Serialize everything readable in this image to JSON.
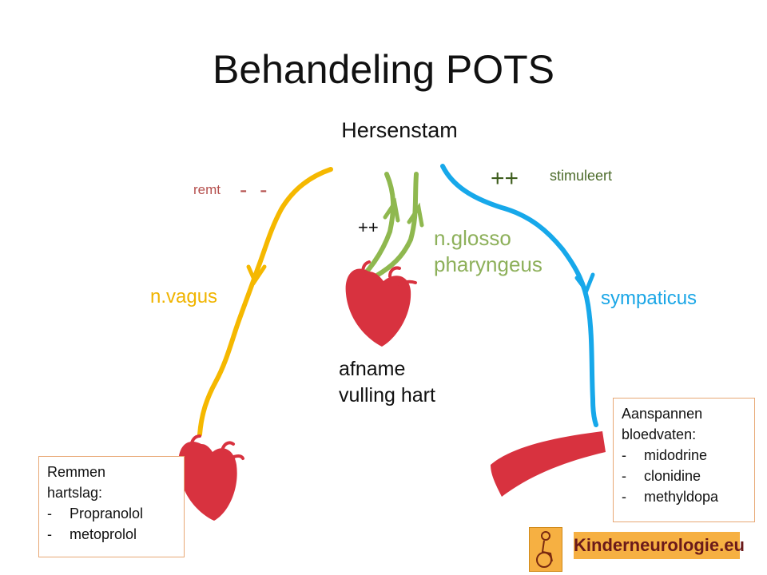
{
  "title": "Behandeling POTS",
  "top_node": "Hersenstam",
  "left_branch": {
    "effect_label": "remt",
    "effect_sign": "- -",
    "nerve": "n.vagus",
    "color": "#f5b800"
  },
  "middle_branch": {
    "effect_sign": "++",
    "nerve_line1": "n.glosso",
    "nerve_line2": "pharyngeus",
    "trigger_line1": "afname",
    "trigger_line2": "vulling hart",
    "color": "#8fb84f"
  },
  "right_branch": {
    "effect_sign": "++",
    "effect_label": "stimuleert",
    "nerve": "sympaticus",
    "color": "#17a8ea"
  },
  "left_box": {
    "heading_line1": "Remmen",
    "heading_line2": "hartslag:",
    "items": [
      "Propranolol",
      "metoprolol"
    ]
  },
  "right_box": {
    "heading_line1": "Aanspannen",
    "heading_line2": "bloedvaten:",
    "items": [
      "midodrine",
      "clonidine",
      "methyldopa"
    ]
  },
  "logo": {
    "text": "Kinderneurologie.eu",
    "icon": "child-wheelchair-icon"
  },
  "colors": {
    "heart": "#d8323f",
    "vessel": "#d8323f",
    "box_border": "#e8a875",
    "logo_bg": "#f6b042"
  }
}
